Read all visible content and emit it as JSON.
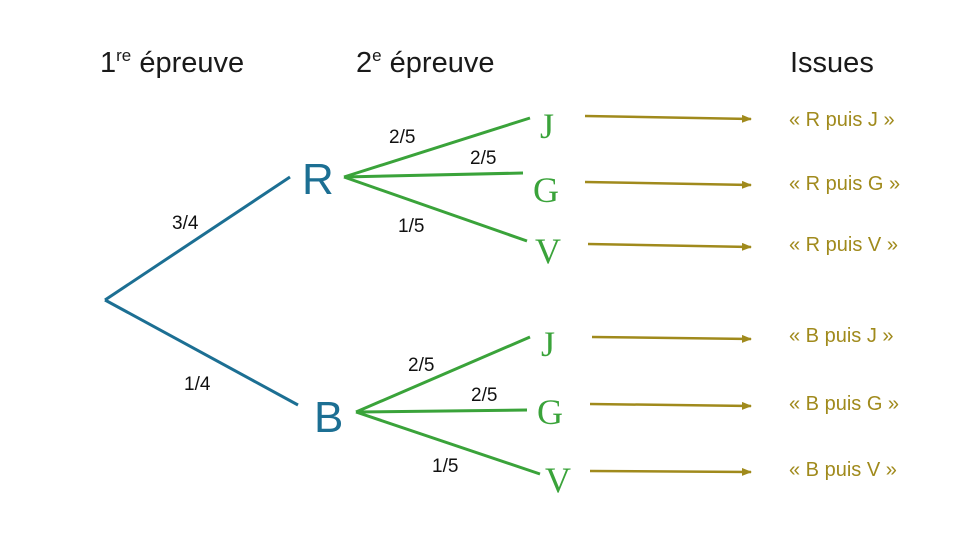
{
  "headers": {
    "stage1": {
      "prefix": "1",
      "sup": "re",
      "rest": " épreuve"
    },
    "stage2": {
      "prefix": "2",
      "sup": "e",
      "rest": " épreuve"
    },
    "outcomes": "Issues"
  },
  "colors": {
    "first_stage": "#1c6f93",
    "second_stage": "#3aa33a",
    "outcomes": "#a08a1c"
  },
  "first_level": [
    {
      "label": "R",
      "probability": "3/4",
      "children": [
        {
          "label": "J",
          "probability": "2/5",
          "issue": "« R puis J »"
        },
        {
          "label": "G",
          "probability": "2/5",
          "issue": "« R puis G »"
        },
        {
          "label": "V",
          "probability": "1/5",
          "issue": "« R puis V »"
        }
      ]
    },
    {
      "label": "B",
      "probability": "1/4",
      "children": [
        {
          "label": "J",
          "probability": "2/5",
          "issue": "« B puis J »"
        },
        {
          "label": "G",
          "probability": "2/5",
          "issue": "« B puis G »"
        },
        {
          "label": "V",
          "probability": "1/5",
          "issue": "« B puis V »"
        }
      ]
    }
  ]
}
